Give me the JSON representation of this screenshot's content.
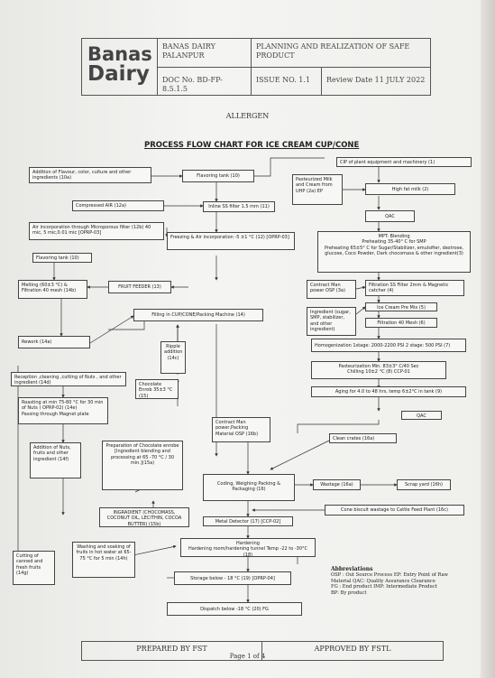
{
  "header": {
    "logo_line1": "Banas",
    "logo_line2": "Dairy",
    "org": "BANAS DAIRY PALANPUR",
    "title": "PLANNING AND REALIZATION OF SAFE PRODUCT",
    "doc_no": "DOC No. BD-FP-8.5.1.5",
    "issue": "ISSUE NO. 1.1",
    "review": "Review Date 11 JULY 2022"
  },
  "subtitle": "ALLERGEN",
  "chart_title": "PROCESS FLOW CHART FOR  ICE CREAM CUP/CONE",
  "boxes": {
    "addition_flavour": "Addition of  Flavour, color, culture and other ingredients (10a)",
    "flavoring_tank": "Flavoring tank (10)",
    "cip": "CIP of plant equipment and machinery (1)",
    "compressed_air": "Compressed AIR  (12a)",
    "inline_filter": "Inline SS filter 1.5 mm  (11)",
    "pasteurized_milk": "Pasteurized Milk and Cream from UHP  (2a) EP",
    "high_fat_milk": "High fat milk (2)",
    "air_incorporation": "Air incorporation through Microporous filter (12b) 40 mic, 5 mic,0.01 mic [OPRP-03]",
    "freezing": "Freezing & Air incorporation   -5 ±1 °C (12) [OPRP-03]",
    "qac1": "QAC",
    "flavoring_tank2": "Flavoring tank (10)",
    "mpt_blending": "MPT: Blending\nPreheating  35-40° C for SMP\nPreheating  65±5° C for Sugar/Stabilizer, emulsifier, dextrose, glucose, Coco Powder, Dark chocomass & other ingredient(3)",
    "melting": "Melting  (60±3 °C) & Filtration 40 mesh  (14b)",
    "fruit_feeder": "FRUIT FEEDER (13)",
    "contract_man": "Contract Man power OSP  (3a)",
    "filtration_ss": "Filtration SS Filter 2mm  & Magnetic catcher (4)",
    "filling": "Filling in CUP/CONE/Packing Machine (14)",
    "ingredient_sugar": "Ingredient (sugar, SMP, stabilizer, and other ingredient)",
    "ice_cream_mix": "Ice Cream Pre Mix (5)",
    "filtration_mesh": "Filtration 40 Mesh (6)",
    "rework": "Rework (14a)",
    "ripple": "Ripple addition (14c)",
    "homogenization": "Homogenization  1stage: 2000-2200 PSI 2 stage: 500 PSI (7)",
    "reception_nuts": "Reception ,cleaning ,cutting of Nuts ,  and other ingredient (14d)",
    "chocolate_enrob": "Chocolate Enrob 35±3 °C (15)",
    "pasteurization": "Pasteurization Min. 83±3° C/40 Sec\nChilling 10±2 °C  (8) CCP-01",
    "roasting": "Roasting at min 75-80 °C for  30 min of Nuts ( OPRP-02) (14e)\nPassing through Magnet plate",
    "aging": "Aging for 4.0 to 48 hrs, temp 6±2°C in tank (9)",
    "qac2": "QAC",
    "contract_man2": "Contract Man power,Packing Material OSP (16b)",
    "addition_nuts": "Addition of Nuts, fruits and other ingredient (14f)",
    "prep_chocolate": "Preparation of Chocolate enrobe\n[Ingredient blending and processing at 65 -70 °C / 30 min.](15a)",
    "clean_crates": "Clean crates  (16a)",
    "coding": "Coding, Weighing Packing & Packaging (16)",
    "wastage": "Wastage (16a)",
    "scrap_yard": "Scrap yard (16h)",
    "cone_biscuit": "Cone biscuit wastage to Cattle Feed Plant (16c)",
    "ingradient": "INGRADIENT (CHOCOMASS, COCONUT OIL, LECITHIN, COCOA BUTTER) (15b)",
    "metal_detector": "Metal Detector (17) [CCP-02]",
    "cutting": "Cutting of canned and fresh fruits (14g)",
    "washing": "Washing and soaking of fruits in hot water at 65-75 °C for 5 min (14h)",
    "hardening": "Hardening\nHardening room/hardening tunnel Temp -22 to -30°C (18)",
    "storage": "Storage below - 18 °C (19) [OPRP-04]",
    "dispatch": "Dispatch below -18 °C (20) FG"
  },
  "abbreviations": {
    "heading": "Abbreviations",
    "line1": "OSP :  Out Source Process  EP: Entry Point of Raw Material QAC: Quality Assurance Clearance",
    "line2": "FG  :  End product IMP: Intermediate Product",
    "line3": "BP: By product"
  },
  "footer": {
    "prepared": "PREPARED BY  FST",
    "approved": "APPROVED BY  FSTL",
    "page": "Page 1 of 4"
  }
}
